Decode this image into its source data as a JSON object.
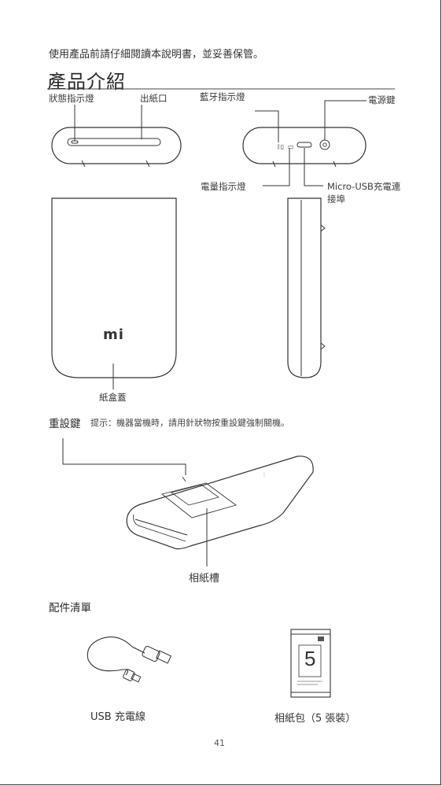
{
  "intro_text": "使用產品前請仔細閱讀本說明書，並妥善保管。",
  "title": "產品介紹",
  "labels": {
    "status_light": "狀態指示燈",
    "paper_outlet": "出紙口",
    "bluetooth_light": "藍牙指示燈",
    "power_key": "電源鍵",
    "battery_light": "電量指示燈",
    "usb_port_line1": "Micro-USB充電連",
    "usb_port_line2": "接埠",
    "paper_cover": "紙盒蓋",
    "paper_slot": "相紙槽"
  },
  "reset": {
    "heading": "重設鍵",
    "tip": "提示：機器當機時，請用針狀物按重設鍵強制關機。"
  },
  "accessories": {
    "heading": "配件清單",
    "usb_cable": "USB 充電線",
    "photo_paper": "相紙包（5 張裝）",
    "paper_count": "5"
  },
  "logo_text": "mi",
  "page_number": "41",
  "colors": {
    "line": "#333333",
    "text": "#3a3a3a"
  }
}
